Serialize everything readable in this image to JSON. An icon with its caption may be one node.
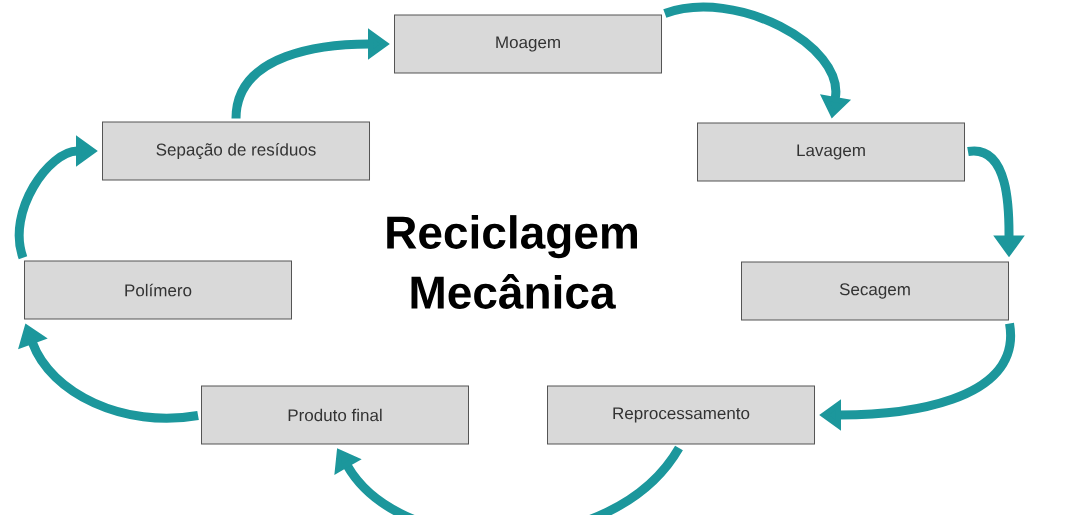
{
  "diagram": {
    "title": "Reciclagem Mecânica",
    "nodes": [
      {
        "text": [
          "Moagem"
        ]
      },
      {
        "text": [
          "Lavagem"
        ]
      },
      {
        "text": [
          "Secagem"
        ]
      },
      {
        "text": [
          "Reprocessamento"
        ]
      },
      {
        "text": [
          "Produto final"
        ]
      },
      {
        "text": [
          "Polímero"
        ]
      },
      {
        "text": [
          "Sepação de resíduos"
        ]
      }
    ],
    "edges": [
      {
        "from": 0,
        "to": 1,
        "arrow": "to"
      },
      {
        "from": 1,
        "to": 2,
        "arrow": "to"
      },
      {
        "from": 2,
        "to": 3,
        "arrow": "to"
      },
      {
        "from": 3,
        "to": 4,
        "arrow": "to"
      },
      {
        "from": 4,
        "to": 5,
        "arrow": "to"
      },
      {
        "from": 5,
        "to": 6,
        "arrow": "to"
      },
      {
        "from": 6,
        "to": 0,
        "arrow": "to"
      }
    ]
  }
}
